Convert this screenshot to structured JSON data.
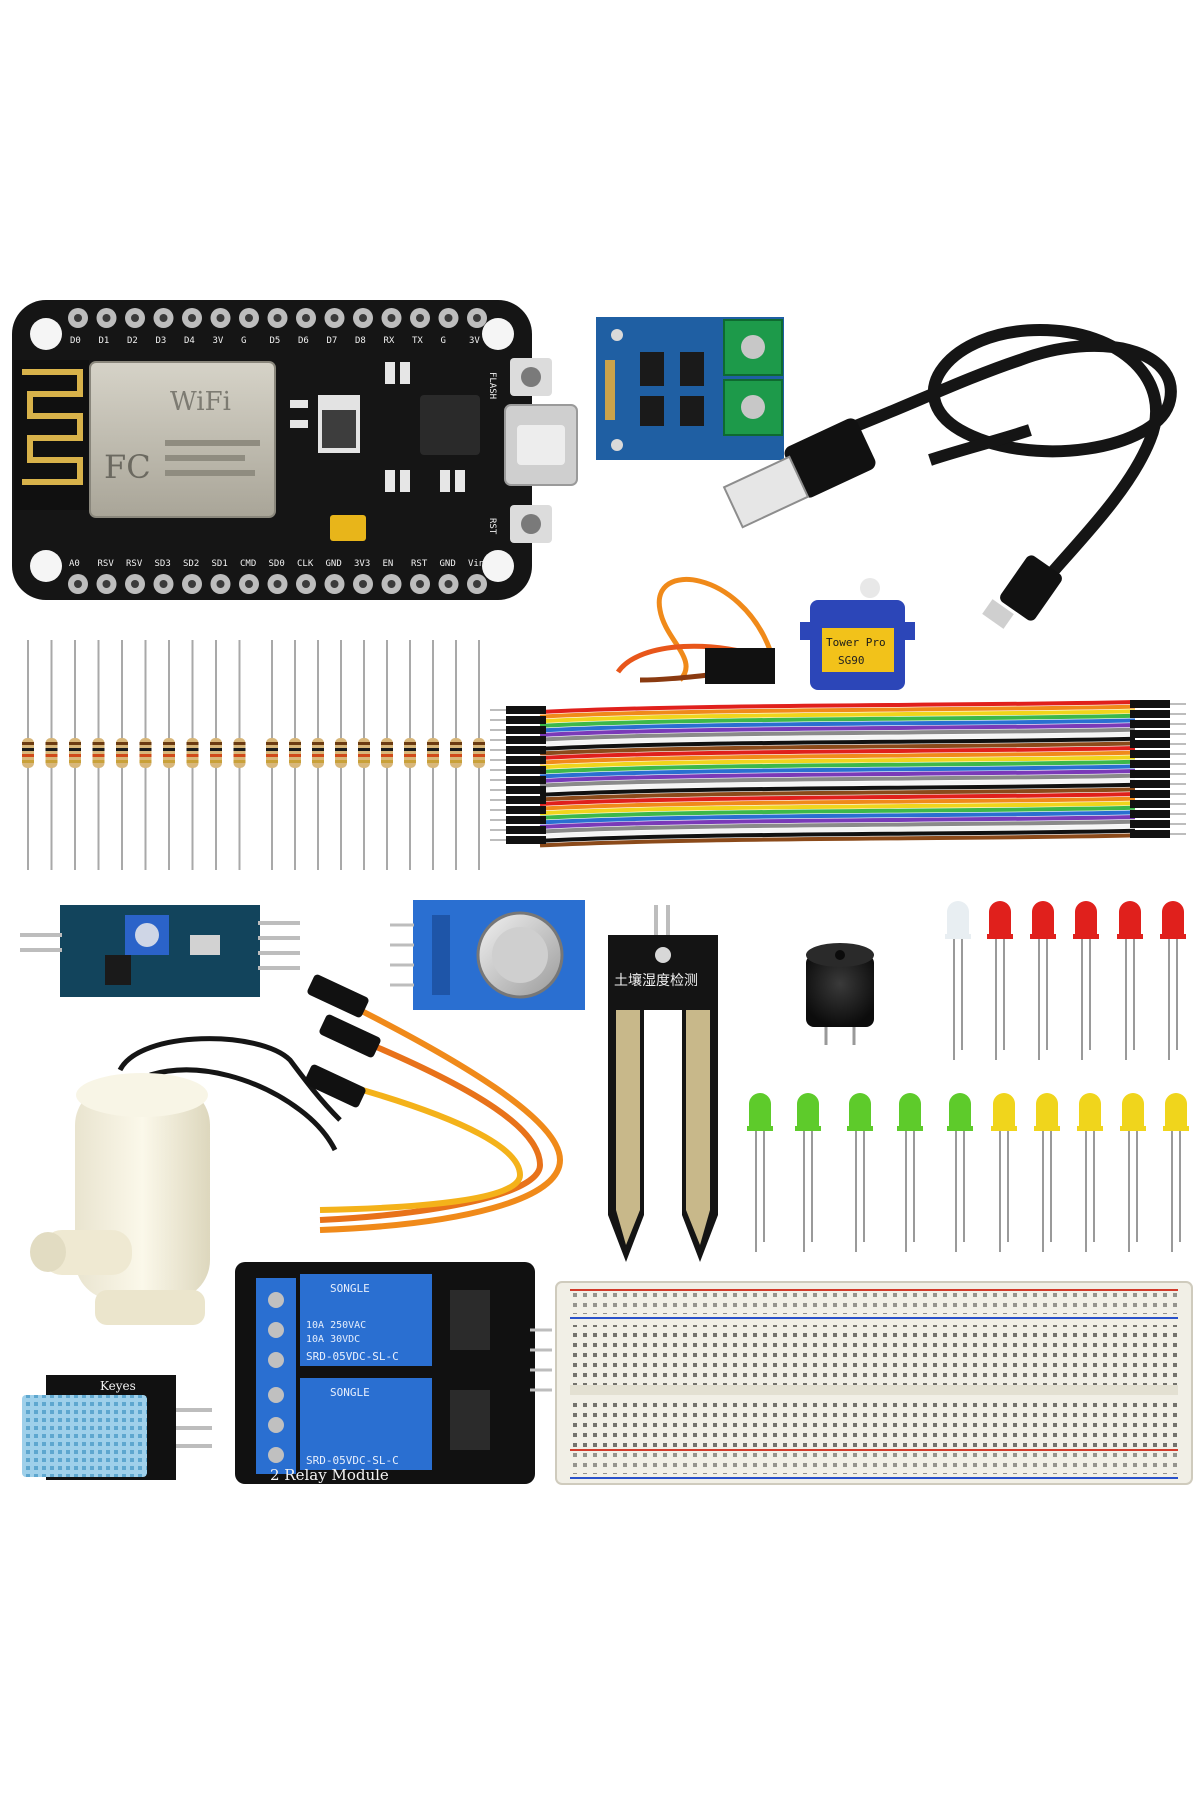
{
  "nodemcu": {
    "pins_top": [
      "D0",
      "D1",
      "D2",
      "D3",
      "D4",
      "3V",
      "G",
      "D5",
      "D6",
      "D7",
      "D8",
      "RX",
      "TX",
      "G",
      "3V"
    ],
    "pins_bottom": [
      "A0",
      "RSV",
      "RSV",
      "SD3",
      "SD2",
      "SD1",
      "CMD",
      "SD0",
      "CLK",
      "GND",
      "3V3",
      "EN",
      "RST",
      "GND",
      "Vin"
    ],
    "shield_logo": "WiFi",
    "shield_mark": "FC",
    "button_label_flash": "FLASH",
    "button_label_rst": "RST"
  },
  "servo": {
    "label": "Tower Pro",
    "model": "SG90"
  },
  "soil_sensor": {
    "label": "土壤湿度检测"
  },
  "relay": {
    "brand_1": "SONGLE",
    "brand_2": "SONGLE",
    "spec_1a": "10A 250VAC",
    "spec_1b": "10A 30VDC",
    "model_1": "SRD-05VDC-SL-C",
    "model_2": "SRD-05VDC-SL-C",
    "module_label": "2 Relay Module"
  },
  "dht": {
    "label": "Keyes"
  },
  "colors": {
    "pcb_black": "#151515",
    "pcb_blue": "#1f5fa3",
    "relay_blue": "#2a6fd1",
    "led_red": "#e0201c",
    "led_green": "#5ecb2b",
    "led_yellow": "#f0d51c",
    "breadboard": "#f1efe6"
  }
}
